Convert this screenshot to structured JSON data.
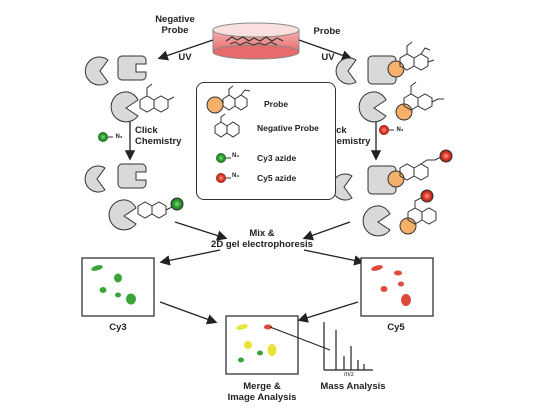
{
  "labels": {
    "negative_probe": "Negative\nProbe",
    "uv_left": "UV",
    "probe_top": "Probe",
    "uv_right": "UV",
    "click_left": "Click\nChemistry",
    "click_right": "Click\nChemistry",
    "mix": "Mix &\n2D gel electrophoresis",
    "cy3": "Cy3",
    "cy5": "Cy5",
    "merge": "Merge &\nImage Analysis",
    "mass": "Mass Analysis",
    "mz": "m/z",
    "n3": "N₃"
  },
  "legend": {
    "probe": "Probe",
    "negative_probe": "Negative Probe",
    "cy3_azide": "Cy3 azide",
    "cy5_azide": "Cy5 azide"
  },
  "colors": {
    "cy3_green": "#3aa63a",
    "cy5_red": "#e04a3a",
    "probe_orange": "#f5b06a",
    "protein_gray": "#d9d9d9",
    "dish_pink": "#f28b8b",
    "merge_yellow": "#e8e23a"
  }
}
